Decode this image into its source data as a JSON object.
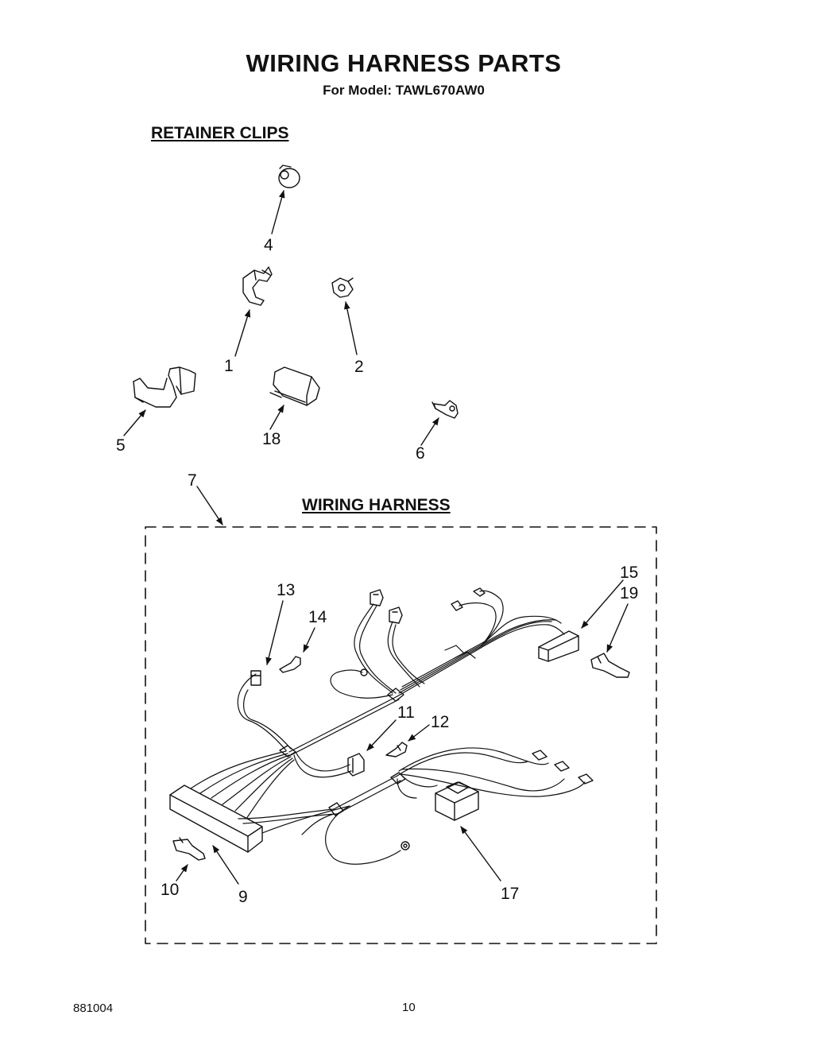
{
  "header": {
    "title": "WIRING HARNESS PARTS",
    "subtitle": "For Model: TAWL670AW0"
  },
  "sections": {
    "retainer_clips": "RETAINER CLIPS",
    "wiring_harness": "WIRING HARNESS"
  },
  "callouts": {
    "c1": "1",
    "c2": "2",
    "c4": "4",
    "c5": "5",
    "c6": "6",
    "c7": "7",
    "c9": "9",
    "c10": "10",
    "c11": "11",
    "c12": "12",
    "c13": "13",
    "c14": "14",
    "c15": "15",
    "c17": "17",
    "c18": "18",
    "c19": "19"
  },
  "footer": {
    "code": "881004",
    "page": "10"
  }
}
